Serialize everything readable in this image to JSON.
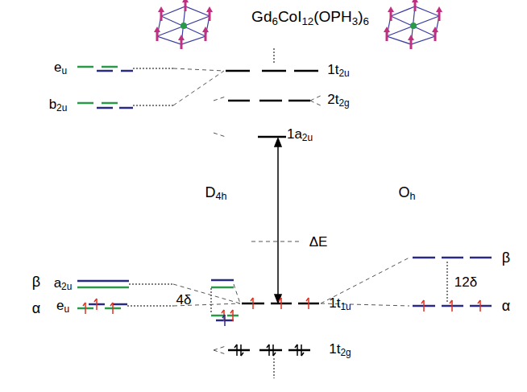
{
  "diagram": {
    "title": "Gd6CoI12(OPH3)6",
    "labels": [
      "eu",
      "b2u",
      "1t2u",
      "2t2g",
      "1a2u",
      "D4h",
      "ΔE",
      "Oh",
      "β",
      "a2u",
      "4δ",
      "12δ",
      "β",
      "α",
      "eu",
      "1t1u",
      "α",
      "1t2g"
    ]
  }
}
